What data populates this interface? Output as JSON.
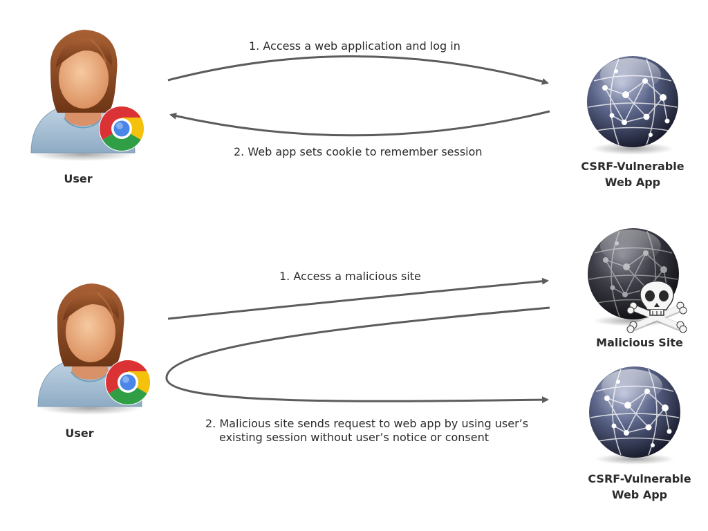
{
  "top_section": {
    "user_label": "User",
    "server_label_line1": "CSRF-Vulnerable",
    "server_label_line2": "Web App",
    "step1": "1. Access a web application and log in",
    "step2": "2. Web app sets cookie to remember session"
  },
  "bottom_section": {
    "user_label": "User",
    "malicious_label": "Malicious Site",
    "server_label_line1": "CSRF-Vulnerable",
    "server_label_line2": "Web App",
    "step1": "1. Access a malicious site",
    "step2_line1": "2. Malicious site sends request to web app by using user’s",
    "step2_line2": "existing session without user’s notice or consent"
  },
  "icons": {
    "user": "user-avatar-icon",
    "browser": "chrome-browser-icon",
    "web_app": "globe-network-icon",
    "malicious": "skull-crossbones-icon"
  },
  "colors": {
    "arrow": "#5c5c5c",
    "text": "#2a2a2a",
    "skin": "#e8a97a",
    "hair": "#8a4a22",
    "shirt": "#a9c3d8"
  }
}
